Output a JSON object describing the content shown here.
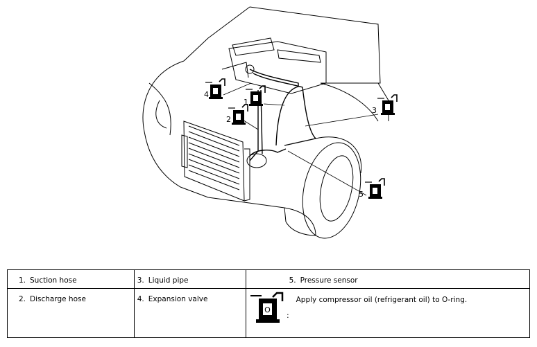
{
  "callouts": [
    "1",
    "2",
    "3",
    "4",
    "5"
  ],
  "legend": {
    "items": [
      {
        "num": "1.",
        "label": "Suction hose"
      },
      {
        "num": "2.",
        "label": "Discharge hose"
      },
      {
        "num": "3.",
        "label": "Liquid pipe"
      },
      {
        "num": "4.",
        "label": "Expansion valve"
      },
      {
        "num": "5.",
        "label": "Pressure sensor"
      }
    ],
    "oil_icon_text": "O",
    "oil_icon_suffix": ":",
    "oil_note": "Apply compressor oil (refrigerant oil) to O-ring."
  },
  "icons": {
    "oil_can": "oil-can-icon"
  }
}
